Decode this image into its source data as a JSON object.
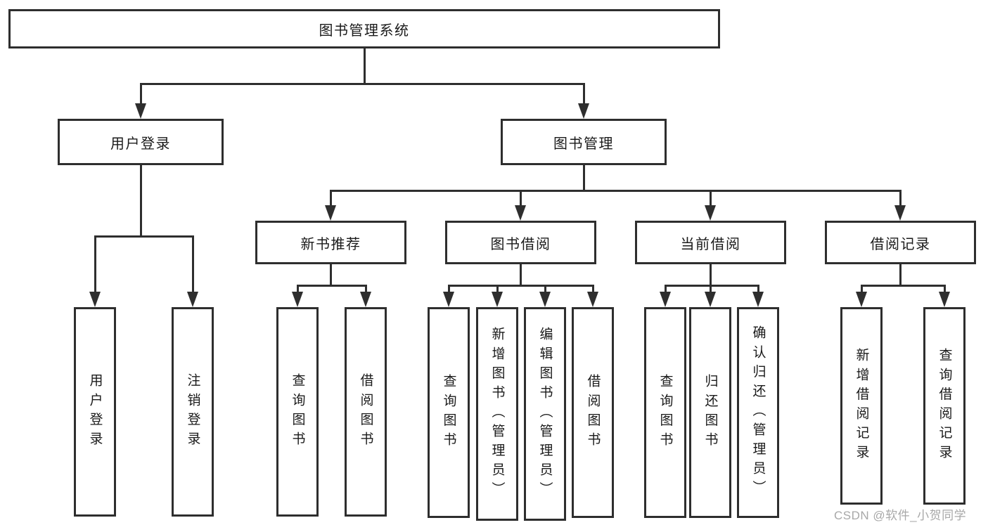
{
  "diagram": {
    "root": {
      "label": "图书管理系统"
    },
    "branches": [
      {
        "label": "用户登录",
        "children": [
          "用户登录",
          "注销登录"
        ]
      },
      {
        "label": "图书管理"
      }
    ],
    "modules": [
      {
        "label": "新书推荐",
        "children": [
          "查询图书",
          "借阅图书"
        ]
      },
      {
        "label": "图书借阅",
        "children": [
          "查询图书",
          "新增图书（管理员）",
          "编辑图书（管理员）",
          "借阅图书"
        ]
      },
      {
        "label": "当前借阅",
        "children": [
          "查询图书",
          "归还图书",
          "确认归还（管理员）"
        ]
      },
      {
        "label": "借阅记录",
        "children": [
          "新增借阅记录",
          "查询借阅记录"
        ]
      }
    ],
    "watermark": "CSDN @软件_小贺同学",
    "colors": {
      "line": "#2e2e2e",
      "box_border": "#2e2e2e",
      "box_fill": "#ffffff",
      "text": "#1a1a1a",
      "watermark": "#a8a8a8",
      "background": "#ffffff"
    }
  }
}
